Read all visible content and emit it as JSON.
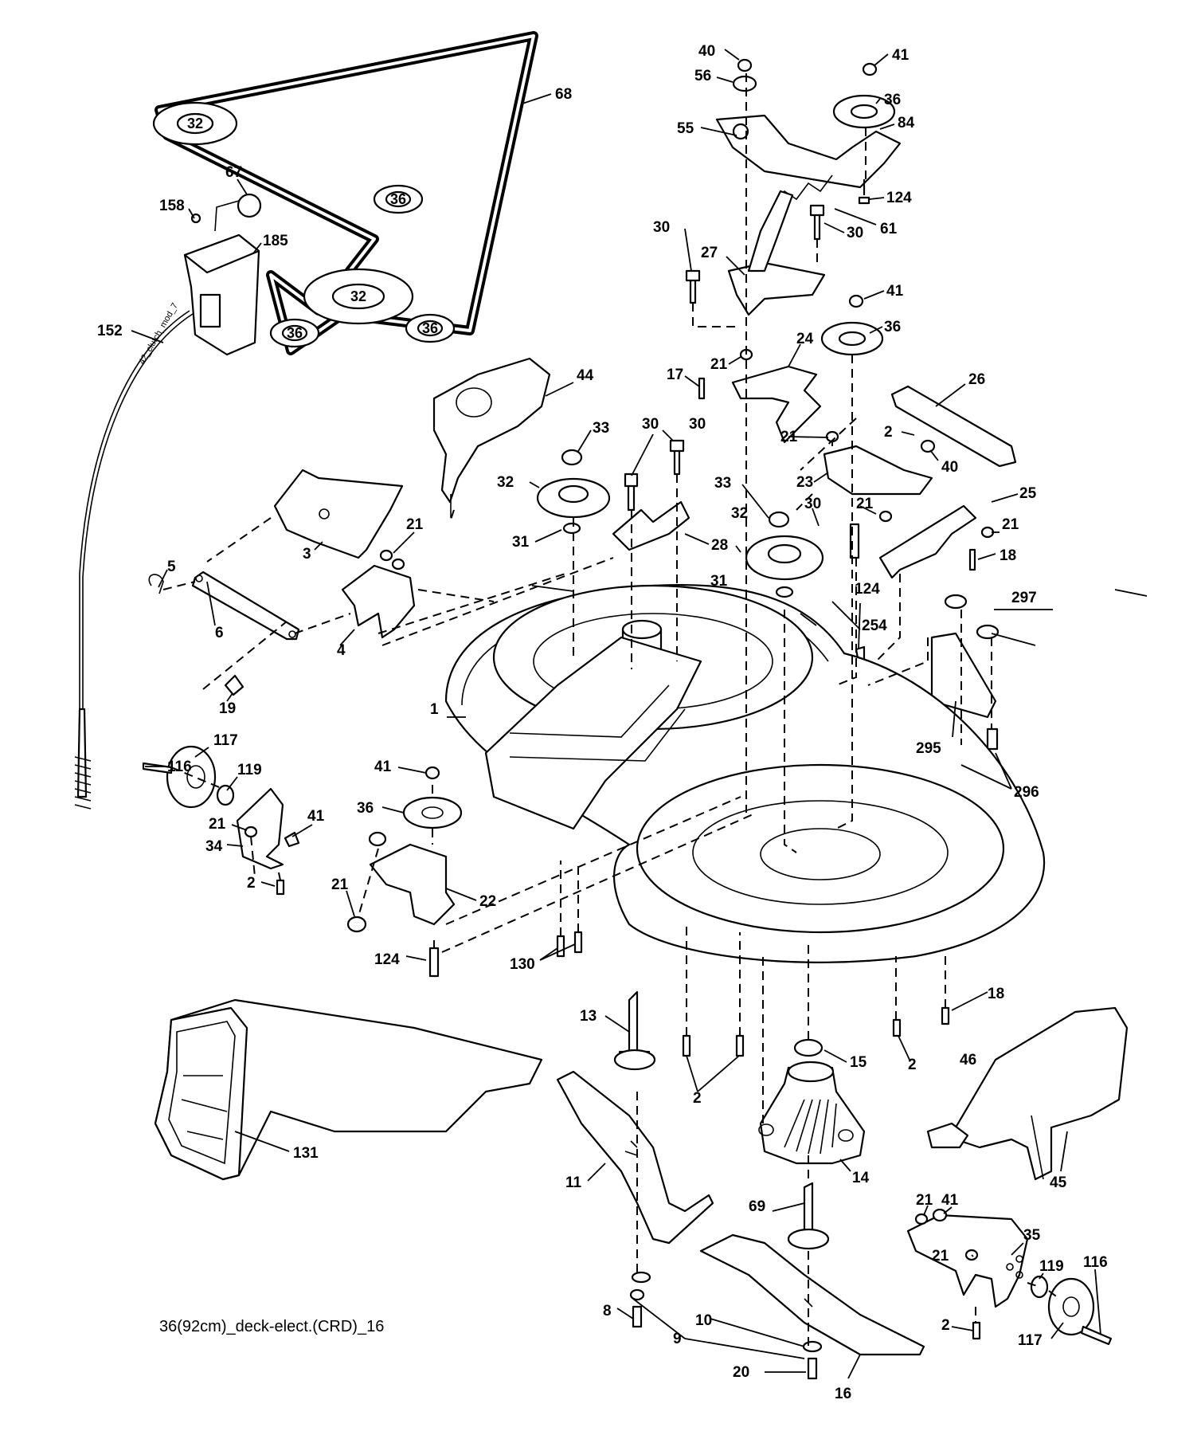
{
  "caption": "36(92cm)_deck-elect.(CRD)_16",
  "cable_marking": "42_clutch_mod_7",
  "labels": {
    "belt_pulley_top": "32",
    "belt_pulley_center": "32",
    "belt_pulley_right_upper": "36",
    "belt_pulley_left_lower": "36",
    "belt_pulley_right_lower": "36",
    "p68": "68",
    "p67": "67",
    "p158": "158",
    "p185": "185",
    "p152": "152",
    "p40a": "40",
    "p41a": "41",
    "p56": "56",
    "p36a": "36",
    "p84": "84",
    "p55": "55",
    "p124a": "124",
    "p61": "61",
    "p30a": "30",
    "p27": "27",
    "p30b": "30",
    "p41b": "41",
    "p36b": "36",
    "p21a": "21",
    "p24": "24",
    "p17": "17",
    "p44": "44",
    "p26": "26",
    "p2a": "2",
    "p21b": "21",
    "p40b": "40",
    "p33a": "33",
    "p30c": "30",
    "p30d": "30",
    "p23": "23",
    "p32a": "32",
    "p31a": "31",
    "p28": "28",
    "p33b": "33",
    "p30e": "30",
    "p21c": "21",
    "p25": "25",
    "p21d": "21",
    "p32b": "32",
    "p18a": "18",
    "p5": "5",
    "p3": "3",
    "p21e": "21",
    "p31b": "31",
    "p124b": "124",
    "p297": "297",
    "p6": "6",
    "p4": "4",
    "p254": "254",
    "p19": "19",
    "p1": "1",
    "p295": "295",
    "p296": "296",
    "p116a": "116",
    "p117a": "117",
    "p119a": "119",
    "p41c": "41",
    "p36c": "36",
    "p21f": "21",
    "p41d": "41",
    "p34": "34",
    "p2b": "2",
    "p21g": "21",
    "p22": "22",
    "p124c": "124",
    "p130": "130",
    "p13": "13",
    "p18b": "18",
    "p15": "15",
    "p2c": "2",
    "p46": "46",
    "p2d": "2",
    "p131": "131",
    "p14": "14",
    "p45": "45",
    "p11": "11",
    "p69": "69",
    "p21h": "21",
    "p41e": "41",
    "p35": "35",
    "p21i": "21",
    "p119b": "119",
    "p116b": "116",
    "p2e": "2",
    "p117b": "117",
    "p8": "8",
    "p10": "10",
    "p9": "9",
    "p20": "20",
    "p16": "16"
  }
}
